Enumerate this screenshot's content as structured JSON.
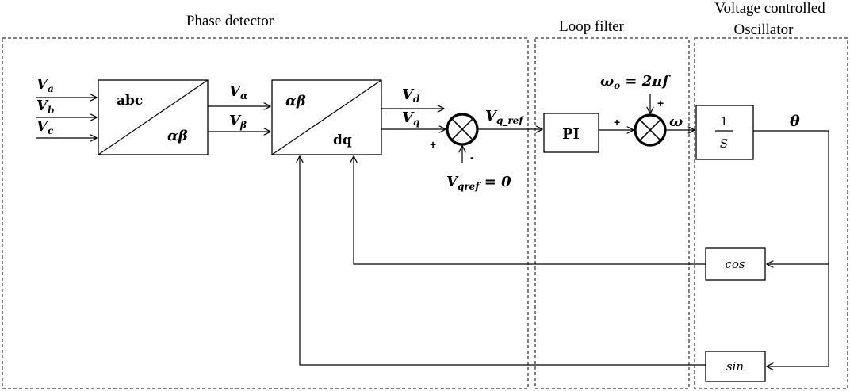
{
  "sections": {
    "phase_detector": "Phase detector",
    "loop_filter": "Loop filter",
    "vco_line1": "Voltage controlled",
    "vco_line2": "Oscillator"
  },
  "blocks": {
    "abc_to_alphabeta": {
      "top_left": "abc",
      "bottom_right": "αβ"
    },
    "alphabeta_to_dq": {
      "top_left": "αβ",
      "bottom_right": "dq"
    },
    "pi": "PI",
    "integrator": {
      "numerator": "1",
      "denominator": "S"
    },
    "cos": "cos",
    "sin": "sin"
  },
  "signals": {
    "va": {
      "main": "V",
      "sub": "a"
    },
    "vb": {
      "main": "V",
      "sub": "b"
    },
    "vc": {
      "main": "V",
      "sub": "c"
    },
    "valpha": {
      "main": "V",
      "sub": "α"
    },
    "vbeta": {
      "main": "V",
      "sub": "β"
    },
    "vd": {
      "main": "V",
      "sub": "d"
    },
    "vq": {
      "main": "V",
      "sub": "q"
    },
    "vq_ref_out": {
      "main": "V",
      "sub": "q_ref"
    },
    "vqref_in": {
      "main": "V",
      "sub": "qref",
      "rest": " = 0"
    },
    "omega0": {
      "main": "ω",
      "sub": "o",
      "rest": " = 2πf"
    },
    "omega": "ω",
    "theta": "θ"
  },
  "signs": {
    "sum1_left": "+",
    "sum1_bottom": "-",
    "sum2_left": "+",
    "sum2_top": "+"
  }
}
